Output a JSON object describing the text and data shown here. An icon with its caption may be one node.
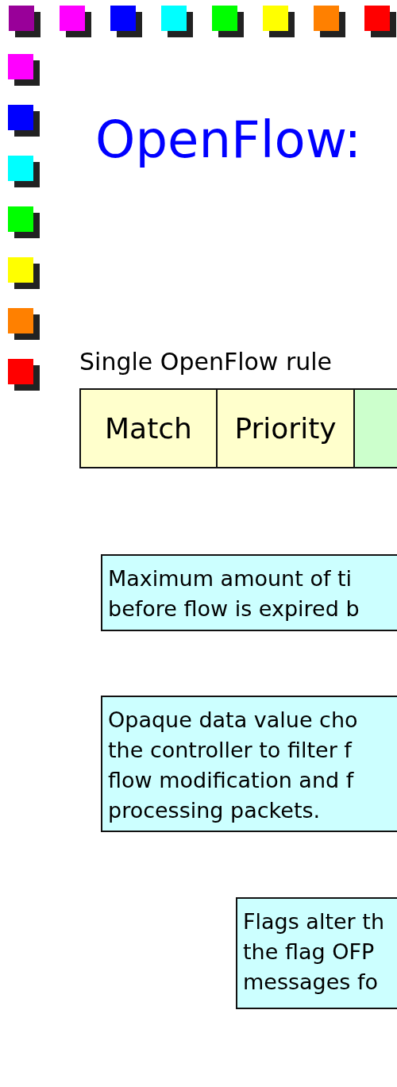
{
  "diagram": {
    "title": "OpenFlow:",
    "nodes": [
      {
        "text": [
          "Match"
        ]
      },
      {
        "text": [
          "Priority"
        ]
      },
      {
        "text": [],
        "shape": "box"
      },
      {
        "text": [
          "Maximum amount of ti before flow is expired b"
        ]
      },
      {
        "text": [
          "Opaque data value cho the controller to filter f flow modification and f processing packets."
        ]
      },
      {
        "text": [
          "Flags alter th the flag OFP messages fo"
        ]
      }
    ],
    "labels": [
      "Single OpenFlow rule"
    ]
  }
}
